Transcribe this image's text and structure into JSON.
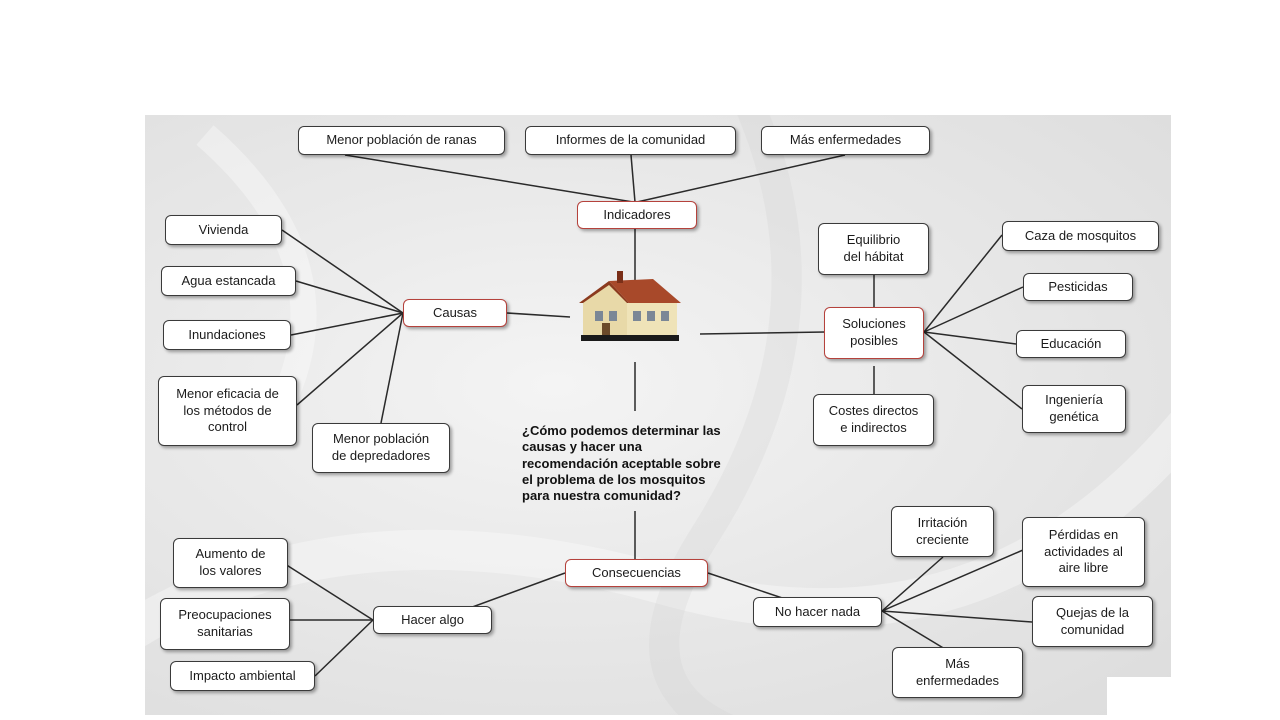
{
  "central": {
    "question": "¿Cómo podemos determinar las\ncausas y hacer una\nrecomendación aceptable sobre\nel problema de los mosquitos\npara nuestra comunidad?"
  },
  "hubs": {
    "indicadores": "Indicadores",
    "causas": "Causas",
    "soluciones": "Soluciones\nposibles",
    "consecuencias": "Consecuencias",
    "hacer_algo": "Hacer algo",
    "no_hacer_nada": "No hacer nada"
  },
  "indicadores": [
    "Menor población de ranas",
    "Informes de la comunidad",
    "Más enfermedades"
  ],
  "causas": [
    "Vivienda",
    "Agua estancada",
    "Inundaciones",
    "Menor eficacia de\nlos métodos de\ncontrol",
    "Menor población\nde depredadores"
  ],
  "soluciones": [
    "Equilibrio\ndel hábitat",
    "Caza de mosquitos",
    "Pesticidas",
    "Educación",
    "Ingeniería\ngenética",
    "Costes directos\ne indirectos"
  ],
  "hacer_algo": [
    "Aumento de\nlos valores",
    "Preocupaciones\nsanitarias",
    "Impacto ambiental"
  ],
  "no_hacer_nada": [
    "Irritación\ncreciente",
    "Pérdidas en\nactividades al\naire libre",
    "Quejas de la\ncomunidad",
    "Más\nenfermedades"
  ],
  "colors": {
    "hub_border": "#b5423c",
    "node_border": "#3a3a3a",
    "line": "#2a2a2a"
  },
  "icons": {
    "center": "house-icon"
  }
}
